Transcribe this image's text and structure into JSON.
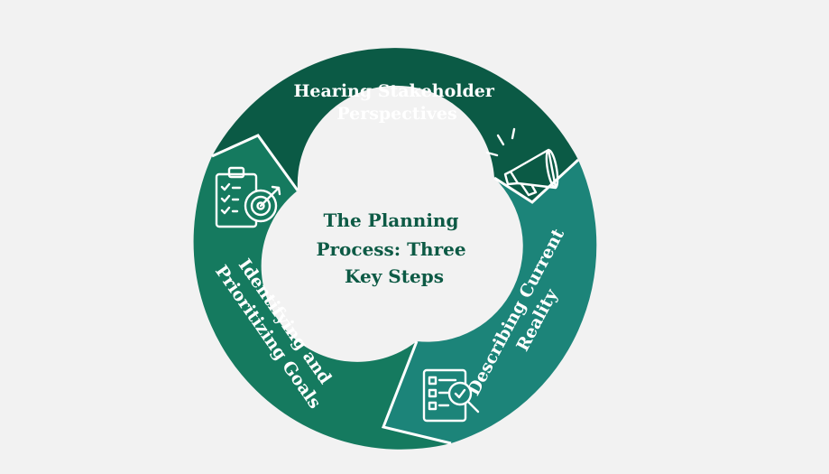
{
  "center": {
    "line1": "The Planning",
    "line2": "Process: Three",
    "line3": "Key Steps"
  },
  "segments": {
    "top": {
      "line1": "Hearing Stakeholder",
      "line2": "Perspectives",
      "icon": "megaphone-icon",
      "color": "#0b5a45"
    },
    "right": {
      "line1": "Describing Current",
      "line2": "Reality",
      "icon": "checklist-magnifier-icon",
      "color": "#1c8479"
    },
    "left": {
      "line1": "Identifying and",
      "line2": "Prioritizing Goals",
      "icon": "clipboard-target-icon",
      "color": "#157a5f"
    }
  },
  "colors": {
    "background": "#f2f2f2",
    "inner_circle": "#f2f2f2",
    "center_text": "#0d5a45"
  }
}
